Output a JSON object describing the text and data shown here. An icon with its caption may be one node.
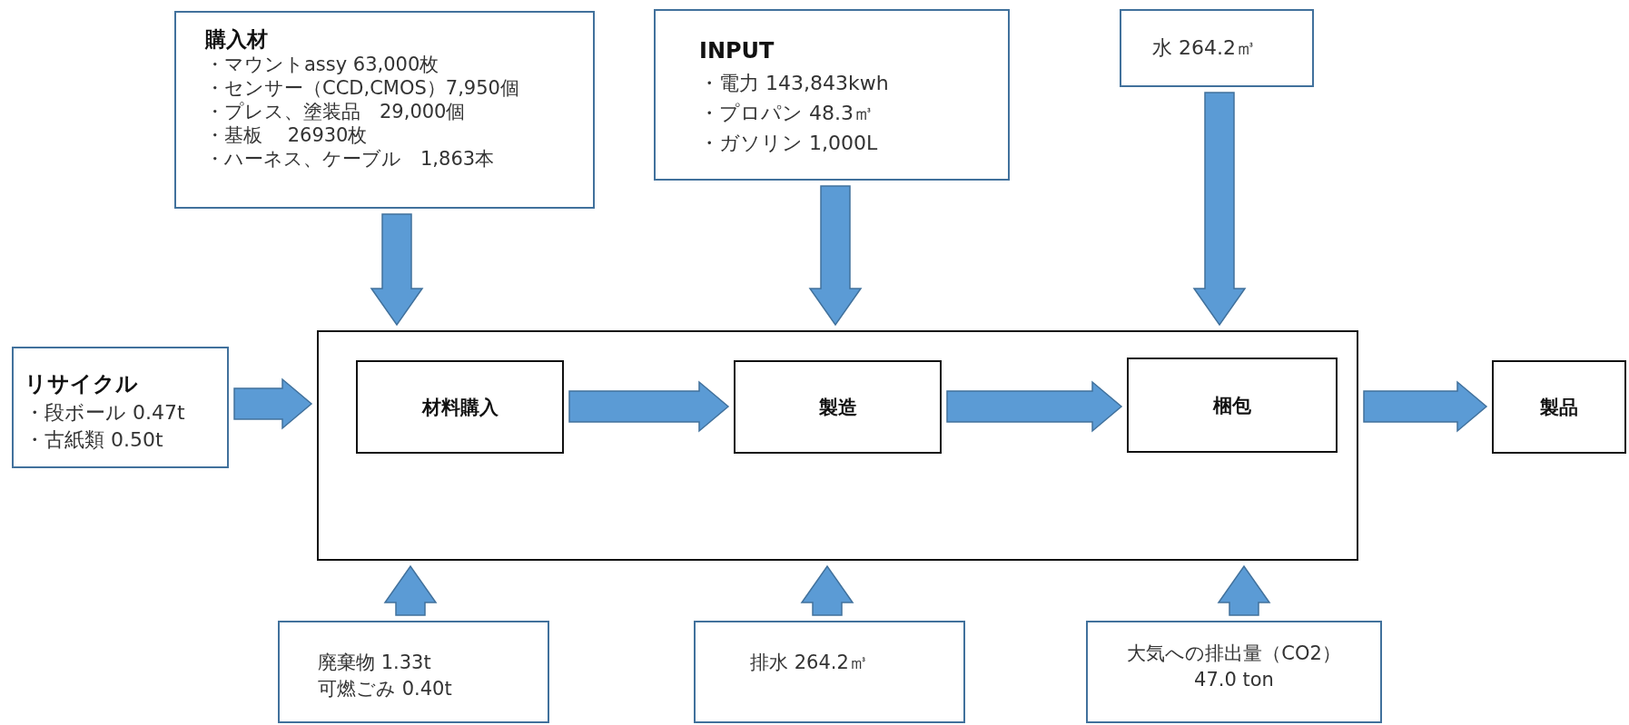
{
  "diagram": {
    "nodes": [
      {
        "text": [
          "購入材",
          "・マウントassy 63,000枚",
          "・センサー（CCD,CMOS）7,950個",
          "・プレス、塗装品　29,000個",
          "・基板　 26930枚",
          "・ハーネス、ケーブル　1,863本"
        ]
      },
      {
        "text": [
          "INPUT",
          "・電力 143,843kwh",
          "・プロパン 48.3㎥",
          "・ガソリン 1,000L"
        ]
      },
      {
        "text": [
          "水 264.2㎥"
        ]
      },
      {
        "text": [
          "リサイクル",
          "・段ボール 0.47t",
          "・古紙類 0.50t"
        ]
      },
      {
        "text": [],
        "shape": "box"
      },
      {
        "text": [
          "材料購入"
        ],
        "in": 4
      },
      {
        "text": [
          "製造"
        ],
        "in": 4
      },
      {
        "text": [
          "梱包"
        ],
        "in": 4
      },
      {
        "text": [
          "製品"
        ]
      },
      {
        "text": [
          "廃棄物 1.33t",
          "可燃ごみ 0.40t"
        ]
      },
      {
        "text": [
          "排水 264.2㎥"
        ]
      },
      {
        "text": [
          "大気への排出量（CO2）",
          "47.0 ton"
        ]
      }
    ],
    "edges": [
      {
        "from": 0,
        "to": 4,
        "arrow": "to"
      },
      {
        "from": 1,
        "to": 4,
        "arrow": "to"
      },
      {
        "from": 2,
        "to": 4,
        "arrow": "to"
      },
      {
        "from": 3,
        "to": 4,
        "arrow": "to"
      },
      {
        "from": 5,
        "to": 6,
        "arrow": "to"
      },
      {
        "from": 6,
        "to": 7,
        "arrow": "to"
      },
      {
        "from": 4,
        "to": 8,
        "arrow": "to"
      },
      {
        "from": 9,
        "to": 4,
        "arrow": "to"
      },
      {
        "from": 10,
        "to": 4,
        "arrow": "to"
      },
      {
        "from": 11,
        "to": 4,
        "arrow": "to"
      }
    ]
  }
}
